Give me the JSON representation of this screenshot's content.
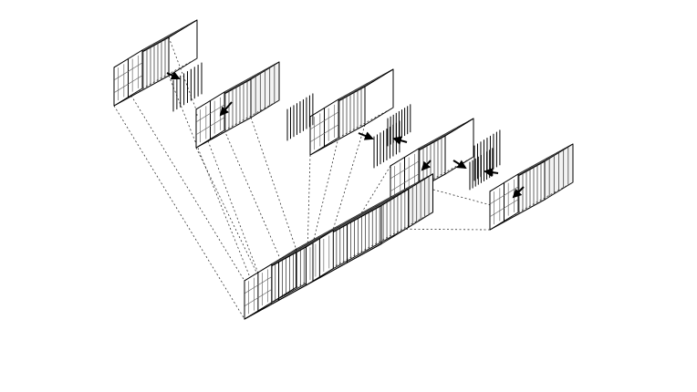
{
  "diagram": {
    "background": "#ffffff",
    "line_color": "#000000",
    "module_count": 5,
    "modules": [
      {
        "id": "module-1",
        "removed_walls": [
          "right-end"
        ]
      },
      {
        "id": "module-2",
        "removed_walls": [
          "left-end"
        ]
      },
      {
        "id": "module-3",
        "removed_walls": [
          "left-end",
          "right-end"
        ]
      },
      {
        "id": "module-4",
        "removed_walls": [
          "left-end",
          "right-end"
        ]
      },
      {
        "id": "module-5",
        "removed_walls": [
          "left-end"
        ]
      }
    ],
    "assembly": {
      "id": "combined-assembly"
    }
  }
}
